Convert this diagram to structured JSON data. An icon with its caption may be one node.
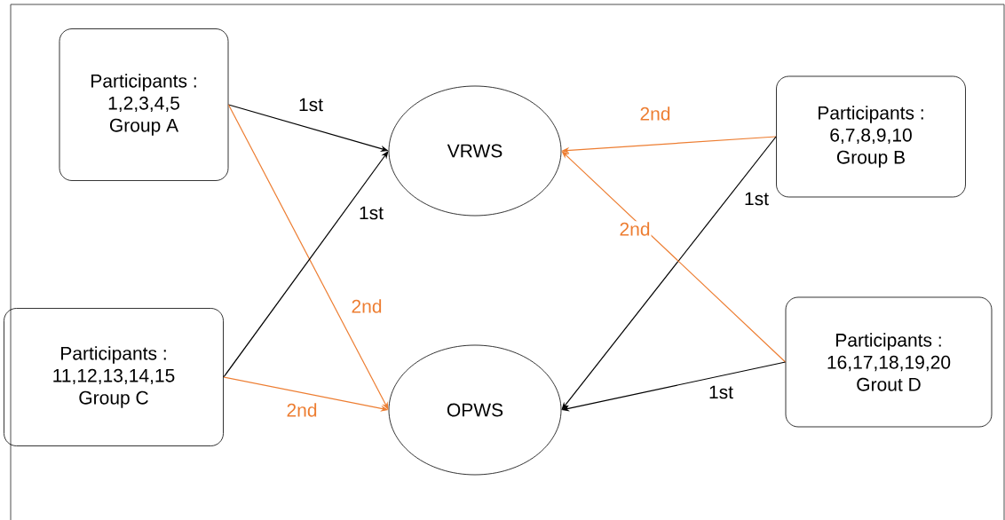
{
  "diagram": {
    "nodes": [
      {
        "text": [
          "Participants :",
          "1,2,3,4,5",
          "Group A"
        ]
      },
      {
        "text": [
          "VRWS"
        ]
      },
      {
        "text": [
          "Participants :",
          "6,7,8,9,10",
          "Group B"
        ]
      },
      {
        "text": [
          "Participants :",
          "11,12,13,14,15",
          "Group C"
        ]
      },
      {
        "text": [
          "OPWS"
        ]
      },
      {
        "text": [
          "Participants :",
          "16,17,18,19,20",
          "Grout D"
        ]
      }
    ],
    "edges": [
      {
        "from": 0,
        "to": 1,
        "arrow": "to",
        "label": "1st"
      },
      {
        "from": 0,
        "to": 4,
        "arrow": "to",
        "label": "2nd",
        "color": "#ed7d31"
      },
      {
        "from": 3,
        "to": 1,
        "arrow": "to",
        "label": "1st"
      },
      {
        "from": 3,
        "to": 4,
        "arrow": "to",
        "label": "2nd",
        "color": "#ed7d31"
      },
      {
        "from": 2,
        "to": 1,
        "arrow": "to",
        "label": "2nd",
        "color": "#ed7d31"
      },
      {
        "from": 2,
        "to": 4,
        "arrow": "to",
        "label": "1st"
      },
      {
        "from": 5,
        "to": 1,
        "arrow": "to",
        "label": "2nd",
        "color": "#ed7d31"
      },
      {
        "from": 5,
        "to": 4,
        "arrow": "to",
        "label": "1st"
      }
    ]
  }
}
